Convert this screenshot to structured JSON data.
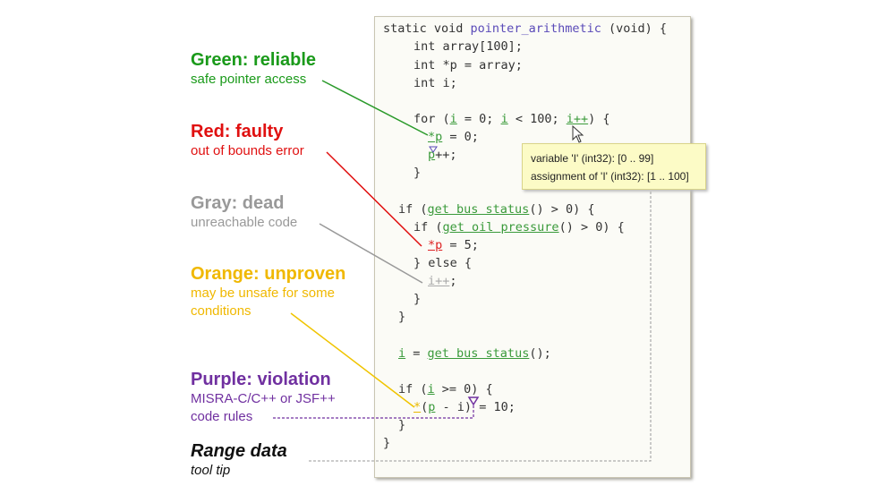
{
  "legend": [
    {
      "title": "Green: reliable",
      "desc": [
        "safe pointer access"
      ],
      "color": "#1a9a1a"
    },
    {
      "title": "Red: faulty",
      "desc": [
        "out of bounds error"
      ],
      "color": "#e01010"
    },
    {
      "title": "Gray: dead",
      "desc": [
        "unreachable code"
      ],
      "color": "#999999"
    },
    {
      "title": "Orange: unproven",
      "desc": [
        "may be unsafe for some",
        "conditions"
      ],
      "color": "#f0b800"
    },
    {
      "title": "Purple: violation",
      "desc": [
        "MISRA-C/C++ or JSF++",
        "code rules"
      ],
      "color": "#7030a0"
    },
    {
      "title": "Range data",
      "desc": [
        "tool tip"
      ],
      "color": "#111111"
    }
  ],
  "code": {
    "l1a": "static void ",
    "l1fn": "pointer_arithmetic",
    "l1b": " (void) {",
    "l2": "int array[100];",
    "l3": "int *p = array;",
    "l4": "int i;",
    "l5a": "for (",
    "l5i": "i",
    "l5b": " = 0; ",
    "l5c": " < 100; ",
    "l5d": "i++",
    "l5e": ") {",
    "l6a": "*p",
    "l6b": " = 0;",
    "l7a": "p",
    "l7b": "++;",
    "l8": "}",
    "l9a": "if (",
    "l9f": "get bus status",
    "l9b": "() > 0) {",
    "l10a": "if (",
    "l10f": "get oil pressure",
    "l10b": "() > 0) {",
    "l11a": "*p",
    "l11b": " = 5;",
    "l12": "} else {",
    "l13a": "i++",
    "l13b": ";",
    "l14": "}",
    "l15": "}",
    "l16i": "i",
    "l16a": " = ",
    "l16f": "get bus status",
    "l16b": "();",
    "l17a": "if (",
    "l17i": "i",
    "l17b": " >= 0) {",
    "l18s": "*",
    "l18a": "(",
    "l18p": "p",
    "l18b": " - i)",
    "l18c": " = 10;",
    "l19": "}",
    "l20": "}"
  },
  "tooltip": [
    "variable 'I' (int32): [0 .. 99]",
    "assignment of 'I' (int32): [1 .. 100]"
  ]
}
